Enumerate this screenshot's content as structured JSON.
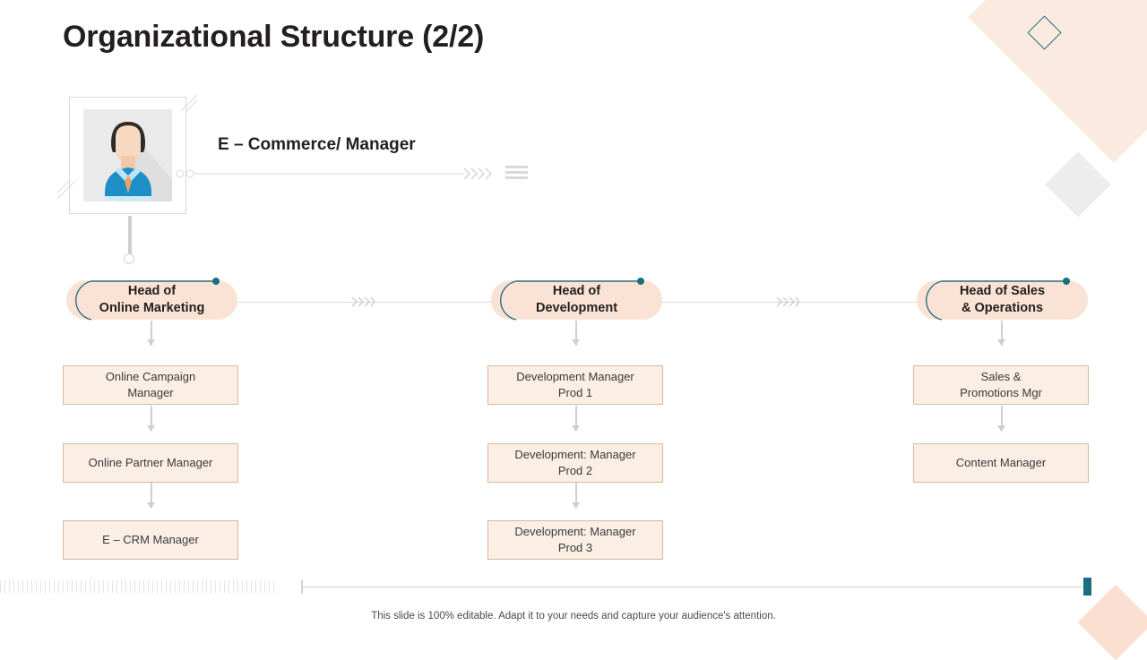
{
  "slide": {
    "title": "Organizational Structure (2/2)",
    "footer_note": "This slide is 100% editable. Adapt it to your needs and capture your audience's attention."
  },
  "executive": {
    "role_title": "E – Commerce/ Manager",
    "avatar_icon": "person-avatar-icon",
    "menu_icon": "hamburger-menu-icon"
  },
  "colors": {
    "pill_fill": "#FAE3D5",
    "box_fill": "#FBEEE5",
    "box_border": "#D9B99C",
    "accent_teal": "#1B6E82",
    "deco_peach": "#FBEADF",
    "deco_gray": "#EDEDED",
    "line_gray": "#D2D2D2",
    "text_dark": "#231F20"
  },
  "branches": [
    {
      "head": "Head of\nOnline Marketing",
      "head_line1": "Head of",
      "head_line2": "Online Marketing",
      "reports": [
        {
          "line1": "Online Campaign",
          "line2": "Manager"
        },
        {
          "line1": "Online Partner Manager",
          "line2": ""
        },
        {
          "line1": "E – CRM Manager",
          "line2": ""
        }
      ]
    },
    {
      "head": "Head of\nDevelopment",
      "head_line1": "Head of",
      "head_line2": "Development",
      "reports": [
        {
          "line1": "Development Manager",
          "line2": "Prod 1"
        },
        {
          "line1": "Development: Manager",
          "line2": "Prod 2"
        },
        {
          "line1": "Development: Manager",
          "line2": "Prod 3"
        }
      ]
    },
    {
      "head": "Head of Sales\n& Operations",
      "head_line1": "Head of Sales",
      "head_line2": "& Operations",
      "reports": [
        {
          "line1": "Sales &",
          "line2": "Promotions Mgr"
        },
        {
          "line1": "Content Manager",
          "line2": ""
        }
      ]
    }
  ]
}
